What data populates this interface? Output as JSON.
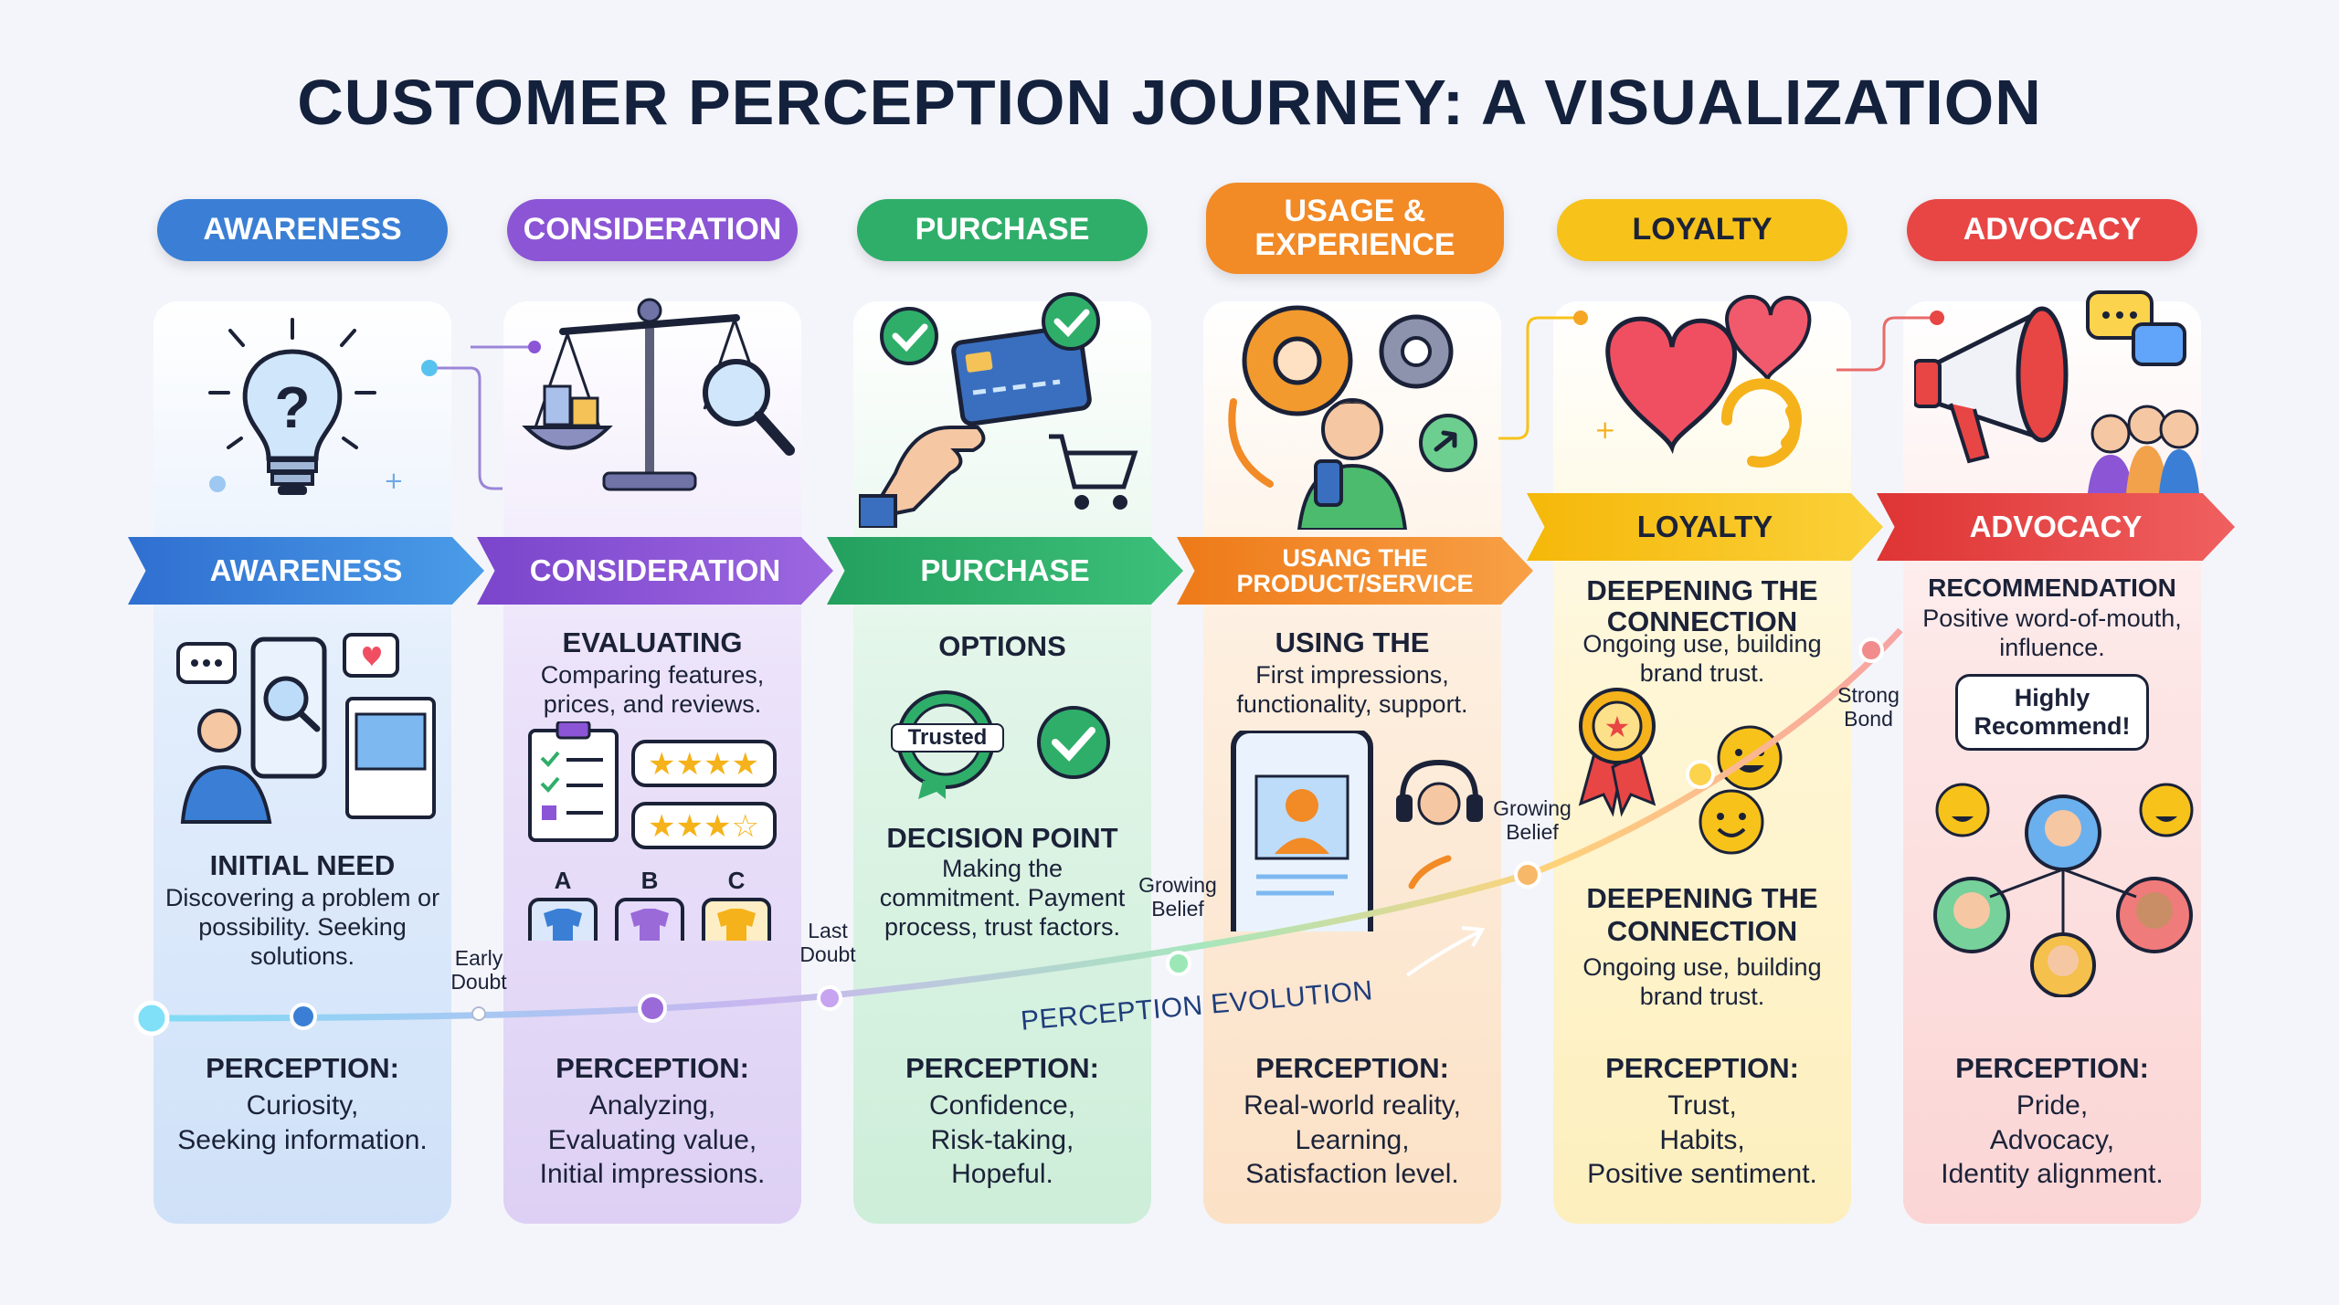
{
  "title": "CUSTOMER PERCEPTION JOURNEY: A VISUALIZATION",
  "stages": [
    {
      "pill": "AWARENESS",
      "ribbon": "AWARENESS",
      "section_title": "INITIAL NEED",
      "section_body": "Discovering a problem or possibility. Seeking solutions.",
      "perception_label": "PERCEPTION:",
      "perception_lines": [
        "Curiosity,",
        "Seeking information."
      ],
      "color": "#3a7fd5"
    },
    {
      "pill": "CONSIDERATION",
      "ribbon": "CONSIDERATION",
      "section_title": "EVALUATING",
      "section_body": "Comparing features, prices, and reviews.",
      "option_labels": [
        "A",
        "B",
        "C"
      ],
      "perception_label": "PERCEPTION:",
      "perception_lines": [
        "Analyzing,",
        "Evaluating value,",
        "Initial impressions."
      ],
      "color": "#8b55d6"
    },
    {
      "pill": "PURCHASE",
      "ribbon": "PURCHASE",
      "options_title": "OPTIONS",
      "badge": "Trusted",
      "section_title": "DECISION POINT",
      "section_body": "Making the commitment. Payment process, trust factors.",
      "perception_label": "PERCEPTION:",
      "perception_lines": [
        "Confidence,",
        "Risk-taking,",
        "Hopeful."
      ],
      "color": "#2fae6a"
    },
    {
      "pill": "USAGE & EXPERIENCE",
      "ribbon": "USANG THE PRODUCT/SERVICE",
      "section_title": "USING THE",
      "section_body": "First impressions, functionality, support.",
      "perception_label": "PERCEPTION:",
      "perception_lines": [
        "Real-world reality,",
        "Learning,",
        "Satisfaction level."
      ],
      "color": "#f28a26"
    },
    {
      "pill": "LOYALTY",
      "ribbon": "LOYALTY",
      "section_title": "DEEPENING THE CONNECTION",
      "section_body": "Ongoing use, building brand trust.",
      "section_title_2": "DEEPENING THE CONNECTION",
      "section_body_2": "Ongoing use, building brand trust.",
      "perception_label": "PERCEPTION:",
      "perception_lines": [
        "Trust,",
        "Habits,",
        "Positive sentiment."
      ],
      "color": "#f7c21a"
    },
    {
      "pill": "ADVOCACY",
      "ribbon": "ADVOCACY",
      "section_title": "RECOMMENDATION",
      "section_body": "Positive word-of-mouth, influence.",
      "bubble": "Highly Recommend!",
      "perception_label": "PERCEPTION:",
      "perception_lines": [
        "Pride,",
        "Advocacy,",
        "Identity alignment."
      ],
      "color": "#e84545"
    }
  ],
  "curve_labels": {
    "early_doubt": "Early Doubt",
    "last_doubt": "Last Doubt",
    "growing_belief_1": "Growing Belief",
    "growing_belief_2": "Growing Belief",
    "strong_bond": "Strong Bond",
    "evolution": "PERCEPTION EVOLUTION"
  }
}
